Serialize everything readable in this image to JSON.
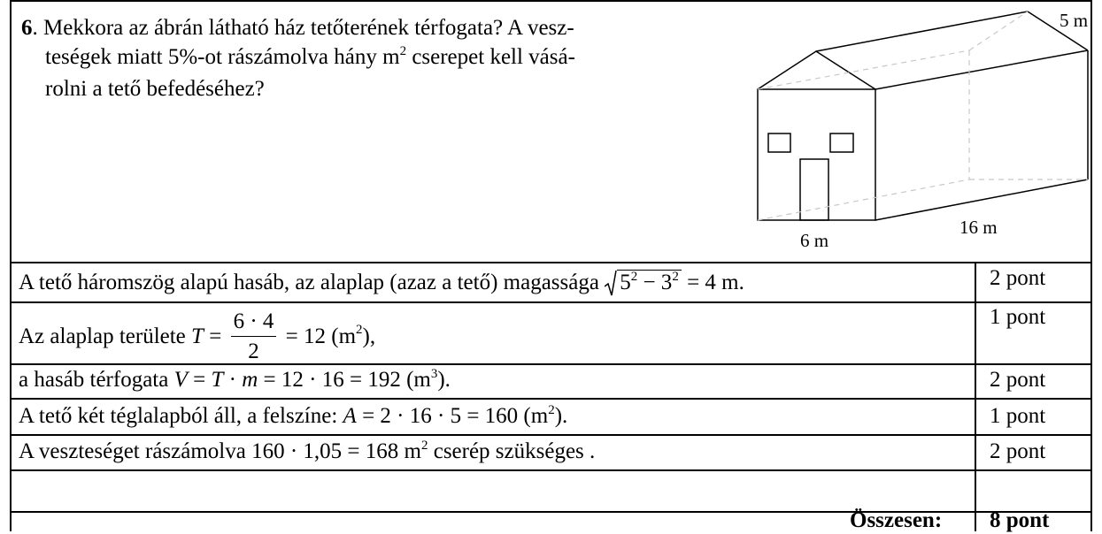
{
  "problem": {
    "number": "6",
    "sep": ". ",
    "line1": "Mekkora az ábrán látható ház tetőterének térfogata? A vesz-",
    "line2a": "teségek miatt 5%-ot rászámolva hány m",
    "line2sup": "2",
    "line2b": " cserepet kell vásá-",
    "line3": "rolni a tető befedéséhez?"
  },
  "figure": {
    "label_5m": "5 m",
    "label_16m": "16 m",
    "label_6m": "6 m"
  },
  "rows": [
    {
      "a": "A tető háromszög alapú hasáb, az alaplap (azaz a tető) magassága ",
      "rad_a": "5",
      "rad_sup1": "2",
      "rad_mid": " − 3",
      "rad_sup2": "2",
      "b": " = 4 m.",
      "points": "2 pont"
    },
    {
      "a": "Az alaplap területe ",
      "var": "T",
      "eq": " = ",
      "num": "6 · 4",
      "den": "2",
      "b": " = 12  (m",
      "sup": "2",
      "c": "),",
      "points": "1 pont"
    },
    {
      "a": "a hasáb térfogata ",
      "v1": "V",
      "e1": " = ",
      "v2": "T",
      "e2": " · ",
      "v3": "m",
      "b": " = 12 · 16 = 192  (m",
      "sup": "3",
      "c": ").",
      "points": "2 pont"
    },
    {
      "a": "A tető két téglalapból áll, a felszíne:  ",
      "v1": "A",
      "b": " = 2 · 16 · 5 = 160  (m",
      "sup": "2",
      "c": ").",
      "points": "1 pont"
    },
    {
      "a": "A veszteséget rászámolva  160 · 1,05 = 168  m",
      "sup": "2",
      "b": " cserép szükséges .",
      "points": "2 pont"
    }
  ],
  "total": {
    "label": "Összesen:",
    "points": "8 pont"
  }
}
